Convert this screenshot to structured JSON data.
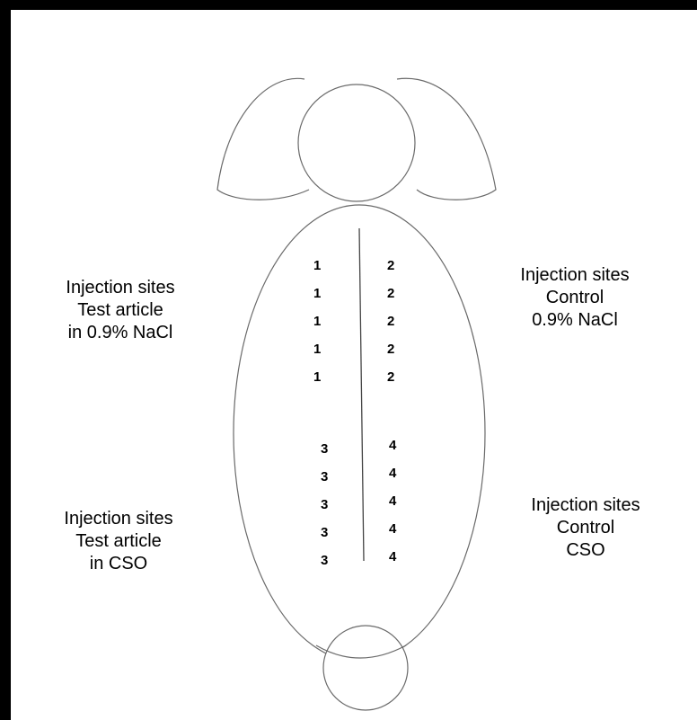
{
  "diagram": {
    "labels": {
      "top_left": [
        "Injection sites",
        "Test article",
        "in 0.9% NaCl"
      ],
      "top_right": [
        "Injection sites",
        "Control",
        "0.9% NaCl"
      ],
      "bottom_left": [
        "Injection sites",
        "Test article",
        "in CSO"
      ],
      "bottom_right": [
        "Injection sites",
        "Control",
        "CSO"
      ]
    },
    "site_groups": [
      {
        "name": "test-nacl",
        "number": "1",
        "count": 5
      },
      {
        "name": "control-nacl",
        "number": "2",
        "count": 5
      },
      {
        "name": "test-cso",
        "number": "3",
        "count": 5
      },
      {
        "name": "control-cso",
        "number": "4",
        "count": 5
      }
    ],
    "line_color": "#6a6a6a"
  }
}
